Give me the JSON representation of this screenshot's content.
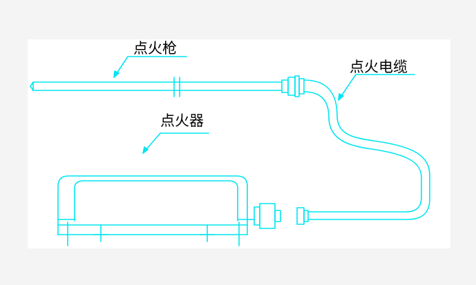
{
  "diagram": {
    "labels": {
      "ignition_gun": "点火枪",
      "ignition_cable": "点火电缆",
      "igniter": "点火器"
    },
    "colors": {
      "background": "#f4f4f4",
      "panel": "#ffffff",
      "line": "#00e5f0",
      "text": "#000000"
    }
  }
}
